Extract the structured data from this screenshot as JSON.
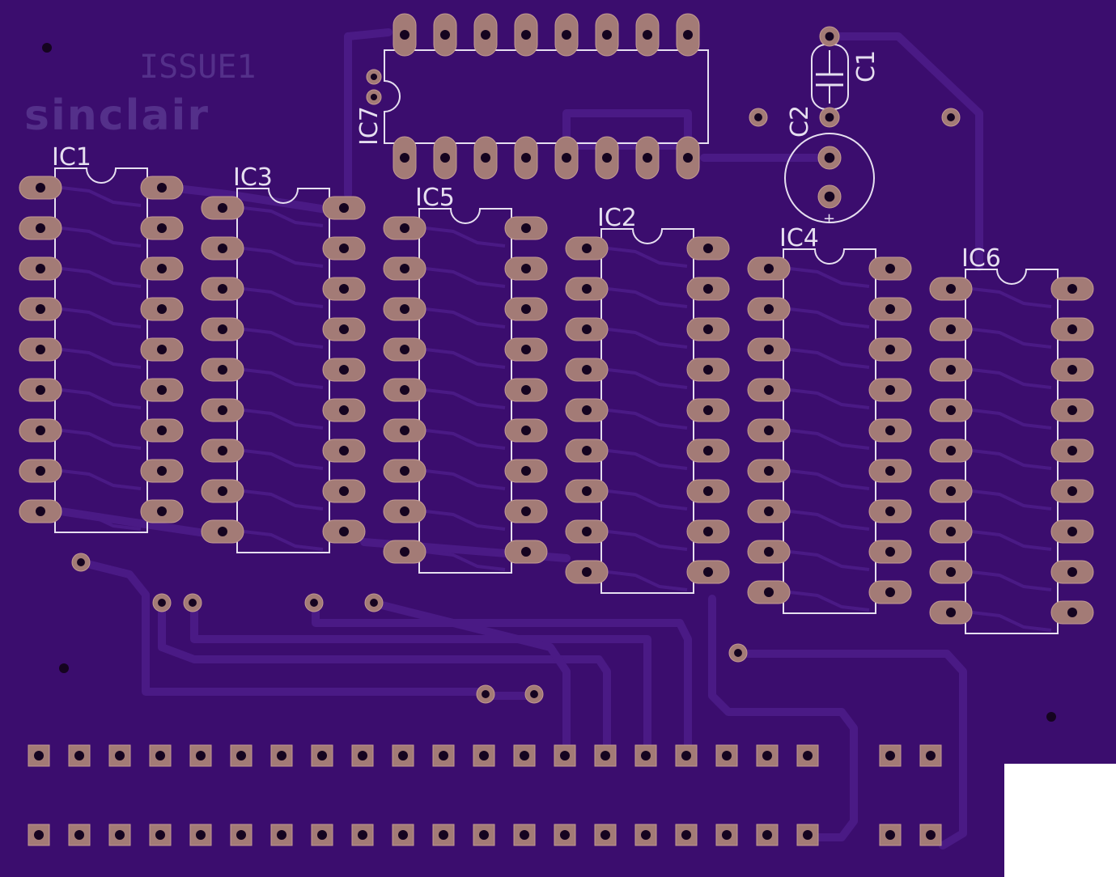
{
  "board": {
    "colors": {
      "board": "#3b0d6e",
      "trace": "#4a1a85",
      "copper": "#a37b76",
      "copper_edge": "#c39a92",
      "silk": "#e6dff0",
      "silk_faint": "#54308a",
      "drill": "#150420",
      "background": "#ffffff"
    },
    "silkscreen": {
      "issue": "ISSUE1",
      "brand": "sinclair"
    },
    "components": {
      "ic1": "IC1",
      "ic2": "IC2",
      "ic3": "IC3",
      "ic4": "IC4",
      "ic5": "IC5",
      "ic6": "IC6",
      "ic7": "IC7",
      "c1": "C1",
      "c2": "C2",
      "c2_polarity": "+"
    },
    "connector": {
      "rows": 2,
      "pads_per_row": 22
    }
  }
}
